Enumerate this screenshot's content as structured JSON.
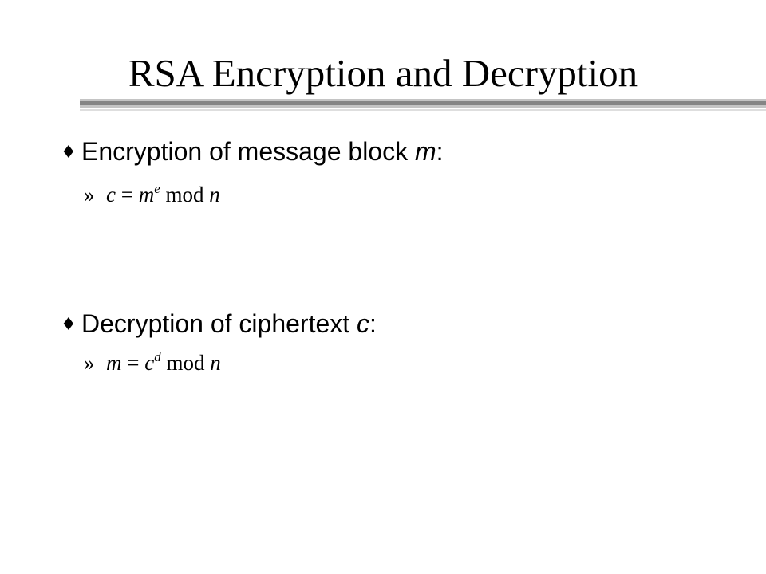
{
  "slide": {
    "title": "RSA Encryption and Decryption",
    "bullet_marker": "♦",
    "sub_marker": "»",
    "bullets": [
      {
        "text": "Encryption of message block ",
        "var": "m",
        "suffix": ":",
        "formula": {
          "lhs": "c",
          "eq": " = ",
          "base": "m",
          "exp": "e",
          "mod": " mod ",
          "modulus": "n"
        }
      },
      {
        "text": "Decryption of ciphertext ",
        "var": "c",
        "suffix": ":",
        "formula": {
          "lhs": "m",
          "eq": " = ",
          "base": "c",
          "exp": "d",
          "mod": " mod ",
          "modulus": "n"
        }
      }
    ]
  }
}
